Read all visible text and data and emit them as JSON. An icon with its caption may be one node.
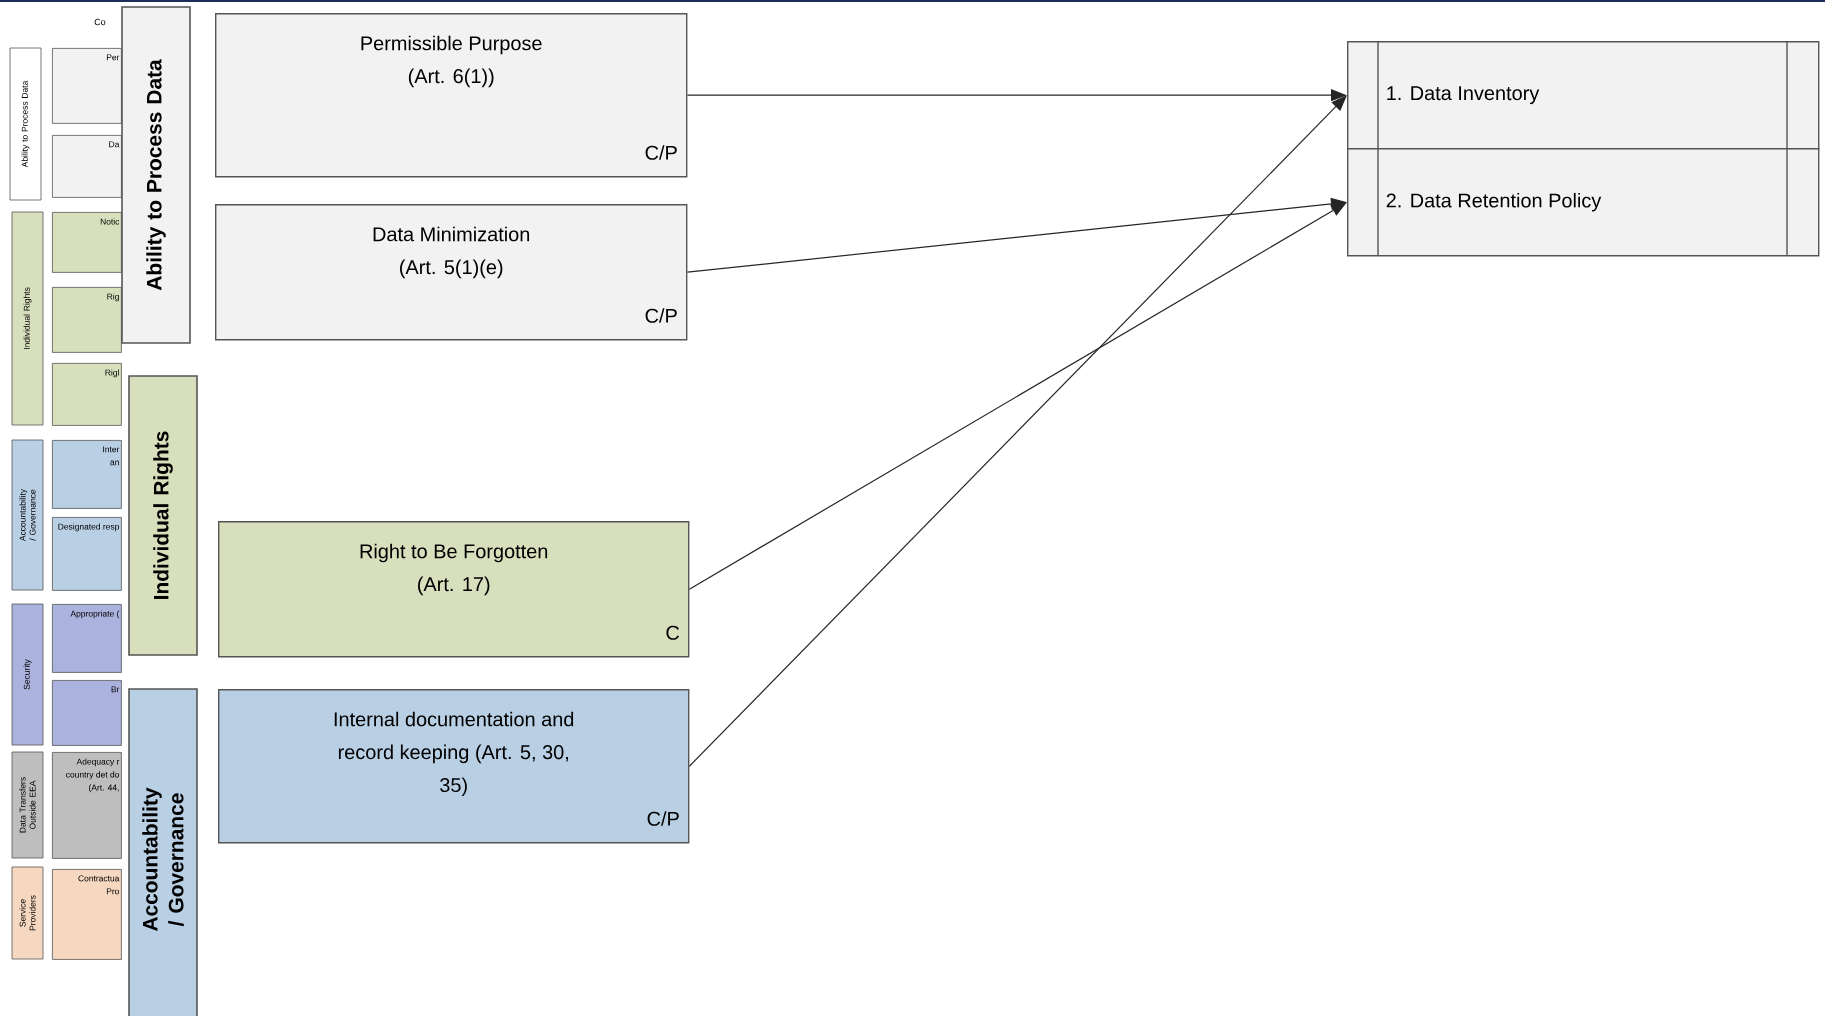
{
  "diagram": {
    "nodes": [
      {
        "text": [
          "Ability to Process Data"
        ]
      },
      {
        "text": [
          "Per"
        ]
      },
      {
        "text": [
          "Da"
        ]
      },
      {
        "text": [
          "Individual Rights"
        ]
      },
      {
        "text": [
          "Notic"
        ]
      },
      {
        "text": [
          "Rig"
        ]
      },
      {
        "text": [
          "Rigl"
        ]
      },
      {
        "text": [
          "Accountability / Governance"
        ]
      },
      {
        "text": [
          "Inter an"
        ]
      },
      {
        "text": [
          "Designated resp"
        ]
      },
      {
        "text": [
          "Security"
        ]
      },
      {
        "text": [
          "Appropriate ("
        ]
      },
      {
        "text": [
          "Br"
        ]
      },
      {
        "text": [
          "Data Transfers Outside EEA"
        ]
      },
      {
        "text": [
          "Adequacy r country det do (Art. 44,"
        ]
      },
      {
        "text": [
          "Service Providers"
        ]
      },
      {
        "text": [
          "Contractua Pro"
        ]
      },
      {
        "text": [
          "Ability to Process Data"
        ]
      },
      {
        "text": [
          "Permissible Purpose (Art. 6(1))",
          "C/P"
        ]
      },
      {
        "text": [
          "Data Minimization (Art. 5(1)(e)",
          "C/P"
        ]
      },
      {
        "text": [
          "Individual Rights"
        ]
      },
      {
        "text": [
          "Right to Be Forgotten (Art. 17)",
          "C"
        ]
      },
      {
        "text": [
          "Accountability / Governance"
        ]
      },
      {
        "text": [
          "Internal documentation and record keeping (Art. 5, 30, 35)",
          "C/P"
        ]
      },
      {
        "text": [
          "1. Data Inventory"
        ]
      },
      {
        "text": [
          "2. Data Retention Policy"
        ]
      }
    ],
    "edges": [
      {
        "from": 18,
        "to": 24,
        "arrow": "to"
      },
      {
        "from": 19,
        "to": 25,
        "arrow": "to"
      },
      {
        "from": 21,
        "to": 25,
        "arrow": "to"
      },
      {
        "from": 23,
        "to": 24,
        "arrow": "to"
      }
    ],
    "labels": [
      "Co"
    ]
  }
}
